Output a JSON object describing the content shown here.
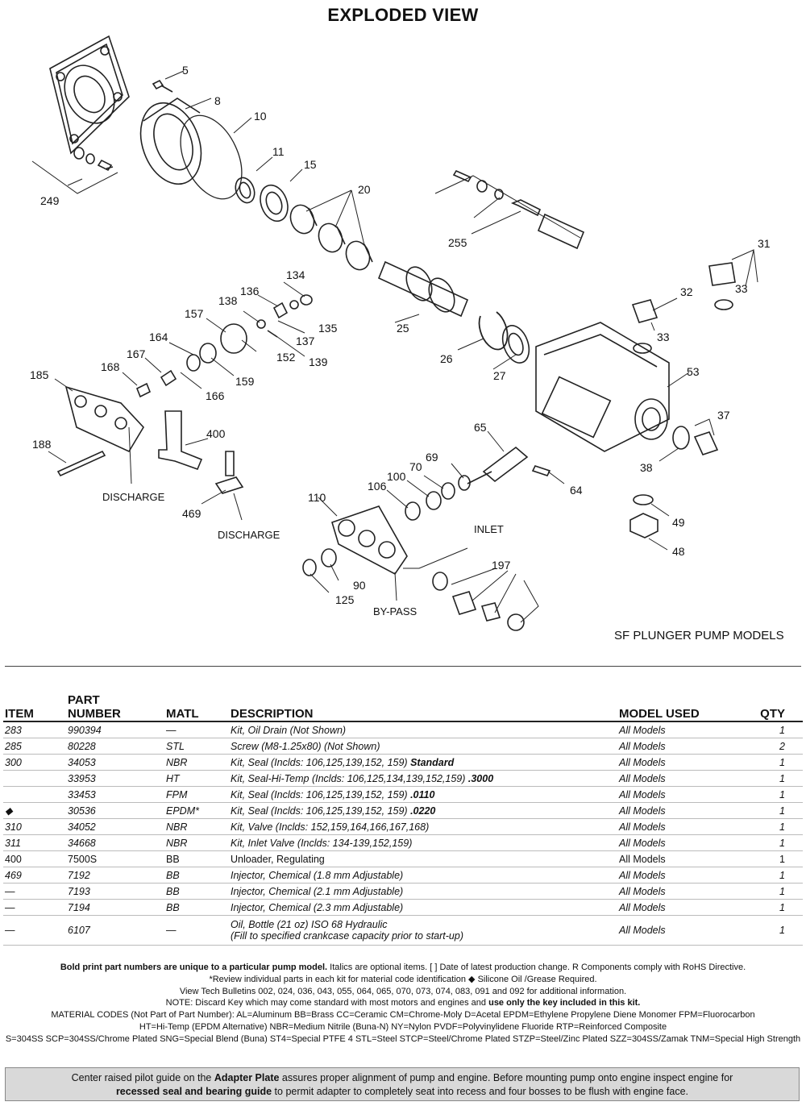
{
  "page_title": "EXPLODED VIEW",
  "diagram": {
    "models_caption": "SF PLUNGER PUMP MODELS",
    "callouts": [
      "5",
      "8",
      "10",
      "11",
      "15",
      "20",
      "249",
      "255",
      "31",
      "32",
      "33",
      "33",
      "134",
      "136",
      "138",
      "137",
      "135",
      "157",
      "164",
      "167",
      "168",
      "152",
      "139",
      "159",
      "166",
      "25",
      "26",
      "27",
      "53",
      "37",
      "38",
      "185",
      "188",
      "400",
      "469",
      "65",
      "69",
      "70",
      "100",
      "106",
      "64",
      "110",
      "49",
      "48",
      "90",
      "125",
      "197"
    ],
    "text_labels": {
      "discharge_left": "DISCHARGE",
      "discharge_mid": "DISCHARGE",
      "inlet": "INLET",
      "bypass": "BY-PASS"
    }
  },
  "table": {
    "headers": {
      "item": "ITEM",
      "part_line1": "PART",
      "part_line2": "NUMBER",
      "matl": "MATL",
      "description": "DESCRIPTION",
      "model": "MODEL USED",
      "qty": "QTY"
    },
    "rows": [
      {
        "item": "283",
        "part": "990394",
        "matl": "—",
        "desc": "Kit, Oil Drain (Not Shown)",
        "desc_bold": "",
        "model": "All Models",
        "qty": "1"
      },
      {
        "item": "285",
        "part": "80228",
        "matl": "STL",
        "desc": "Screw (M8-1.25x80) (Not Shown)",
        "desc_bold": "",
        "model": "All Models",
        "qty": "2"
      },
      {
        "item": "300",
        "part": "34053",
        "matl": "NBR",
        "desc": "Kit, Seal (Inclds: 106,125,139,152, 159) ",
        "desc_bold": "Standard",
        "model": "All Models",
        "qty": "1"
      },
      {
        "item": "",
        "part": "33953",
        "matl": "HT",
        "desc": "Kit, Seal-Hi-Temp (Inclds: 106,125,134,139,152,159) ",
        "desc_bold": ".3000",
        "model": "All Models",
        "qty": "1"
      },
      {
        "item": "",
        "part": "33453",
        "matl": "FPM",
        "desc": "Kit, Seal (Inclds: 106,125,139,152, 159) ",
        "desc_bold": ".0110",
        "model": "All Models",
        "qty": "1"
      },
      {
        "item": "◆",
        "part": "30536",
        "matl": "EPDM*",
        "desc": "Kit, Seal (Inclds: 106,125,139,152, 159) ",
        "desc_bold": ".0220",
        "model": "All Models",
        "qty": "1"
      },
      {
        "item": "310",
        "part": "34052",
        "matl": "NBR",
        "desc": "Kit, Valve (Inclds: 152,159,164,166,167,168)",
        "desc_bold": "",
        "model": "All Models",
        "qty": "1"
      },
      {
        "item": "311",
        "part": "34668",
        "matl": "NBR",
        "desc": "Kit, Inlet Valve (Inclds: 134-139,152,159)",
        "desc_bold": "",
        "model": "All Models",
        "qty": "1"
      },
      {
        "item": "400",
        "part": "7500S",
        "matl": "BB",
        "desc": "Unloader, Regulating",
        "desc_bold": "",
        "model": "All Models",
        "qty": "1"
      },
      {
        "item": "469",
        "part": "7192",
        "matl": "BB",
        "desc": "Injector, Chemical (1.8 mm Adjustable)",
        "desc_bold": "",
        "model": "All Models",
        "qty": "1"
      },
      {
        "item": "—",
        "part": "7193",
        "matl": "BB",
        "desc": "Injector, Chemical (2.1 mm Adjustable)",
        "desc_bold": "",
        "model": "All Models",
        "qty": "1"
      },
      {
        "item": "—",
        "part": "7194",
        "matl": "BB",
        "desc": "Injector, Chemical (2.3 mm Adjustable)",
        "desc_bold": "",
        "model": "All Models",
        "qty": "1"
      }
    ],
    "last_row": {
      "item": "—",
      "part": "6107",
      "matl": "—",
      "desc_line1": "Oil, Bottle (21 oz) ISO 68 Hydraulic",
      "desc_line2": "(Fill to specified crankcase capacity prior to start-up)",
      "model": "All Models",
      "qty": "1"
    }
  },
  "notes": {
    "line1_bold": "Bold print part numbers are unique to a particular pump model.",
    "line1_rest": "  Italics are optional items.  [ ] Date of latest production change. R Components comply with RoHS Directive.",
    "line2": "*Review individual parts in each kit for material code identification  ◆ Silicone Oil /Grease Required.",
    "line3": "View Tech Bulletins 002, 024, 036, 043, 055, 064, 065, 070, 073, 074, 083, 091 and 092 for additional information.",
    "line4_a": "NOTE: Discard Key which may come standard with most motors and engines and ",
    "line4_b": "use only the key included in this kit.",
    "line5": "MATERIAL CODES (Not Part of Part Number):  AL=Aluminum  BB=Brass  CC=Ceramic  CM=Chrome-Moly  D=Acetal  EPDM=Ethylene Propylene Diene Monomer  FPM=Fluorocarbon",
    "line6": "HT=Hi-Temp (EPDM Alternative)  NBR=Medium Nitrile (Buna-N)  NY=Nylon  PVDF=Polyvinylidene Fluoride  RTP=Reinforced Composite",
    "line7": "S=304SS  SCP=304SS/Chrome Plated  SNG=Special Blend (Buna)  ST4=Special PTFE 4  STL=Steel  STCP=Steel/Chrome Plated  STZP=Steel/Zinc Plated  SZZ=304SS/Zamak TNM=Special High Strength"
  },
  "banner": {
    "a": "Center raised pilot guide on the ",
    "b": "Adapter Plate",
    "c": " assures proper alignment of pump and engine. Before mounting pump onto engine inspect engine for",
    "d": "recessed seal and bearing guide",
    "e": " to permit adapter to completely seat into recess and four bosses to be flush with engine face."
  }
}
